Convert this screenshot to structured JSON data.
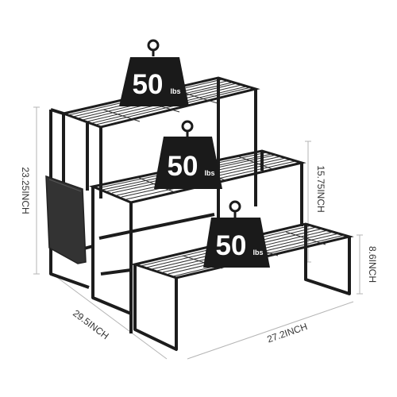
{
  "colors": {
    "frame": "#1c1c1c",
    "wire": "#2e2e2e",
    "dimension_line": "#b5b5b5",
    "weight_fill": "#1a1a1a",
    "weight_text": "#ffffff",
    "pocket": "#333333"
  },
  "weights": [
    {
      "value": "50",
      "unit": "lbs"
    },
    {
      "value": "50",
      "unit": "lbs"
    },
    {
      "value": "50",
      "unit": "lbs"
    }
  ],
  "dimensions": {
    "height_total": "23.25INCH",
    "height_middle": "15.75INCH",
    "height_low": "8.6INCH",
    "depth": "29.5INCH",
    "width": "27.2INCH"
  },
  "icons": {
    "weight": "weight-kettlebell-icon",
    "pocket": "storage-pocket"
  }
}
